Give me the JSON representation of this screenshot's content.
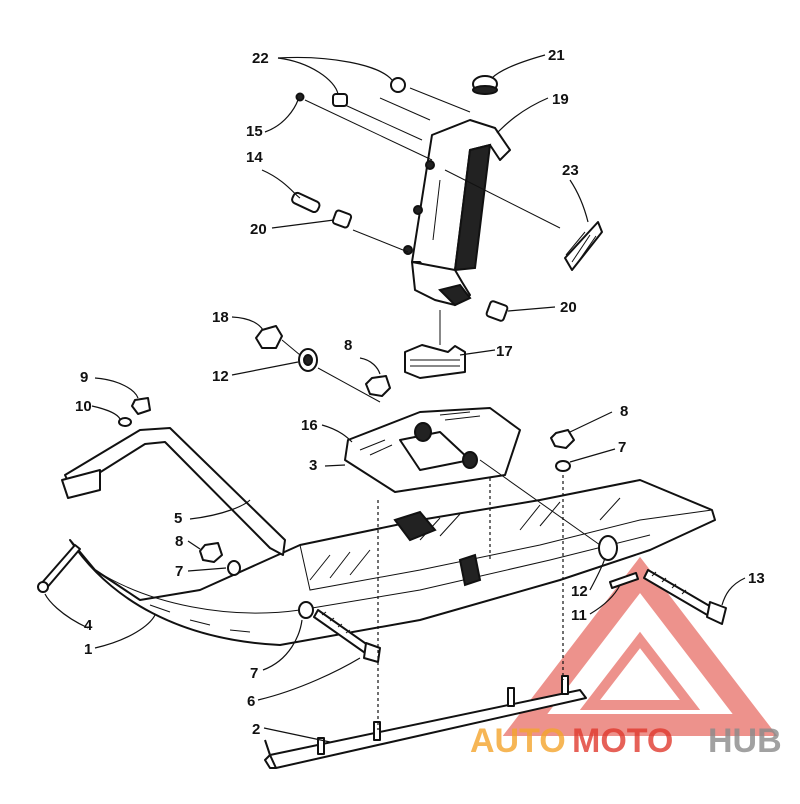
{
  "callouts": {
    "c1": "1",
    "c2": "2",
    "c3": "3",
    "c4": "4",
    "c5": "5",
    "c6": "6",
    "c7a": "7",
    "c7b": "7",
    "c7c": "7",
    "c8a": "8",
    "c8b": "8",
    "c8c": "8",
    "c9": "9",
    "c10": "10",
    "c11": "11",
    "c12a": "12",
    "c12b": "12",
    "c13": "13",
    "c14": "14",
    "c15": "15",
    "c16": "16",
    "c17": "17",
    "c18": "18",
    "c19": "19",
    "c20a": "20",
    "c20b": "20",
    "c21": "21",
    "c22": "22",
    "c23": "23"
  },
  "watermark": {
    "auto": "AUTO",
    "moto": "MOTO",
    "hub": "HUB",
    "color_red": "#e03a2f",
    "color_orange": "#f4a52c",
    "color_gray": "#8a8a8a"
  }
}
